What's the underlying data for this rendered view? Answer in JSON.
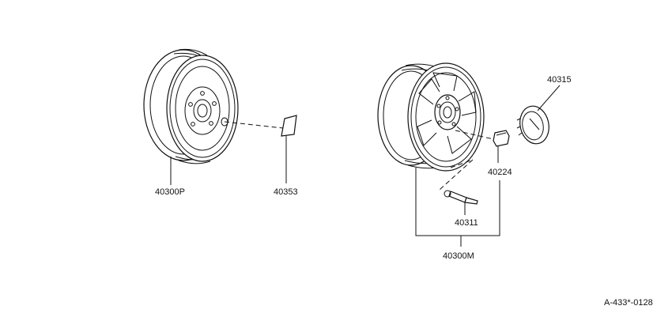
{
  "parts": {
    "steel_wheel": "40300P",
    "balance_weight": "40353",
    "center_cap": "40315",
    "wheel_nut": "40224",
    "valve": "40311",
    "alloy_wheel": "40300M"
  },
  "diagram_code": "A-433*-0128"
}
